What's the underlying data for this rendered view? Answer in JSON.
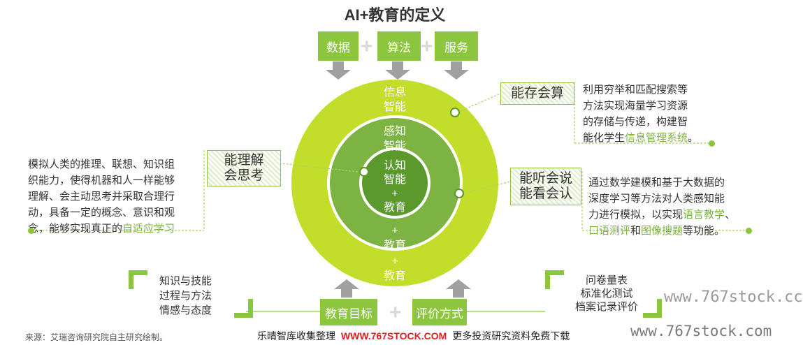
{
  "title": "AI+教育的定义",
  "top_inputs": [
    "数据",
    "算法",
    "服务"
  ],
  "plus": "+",
  "rings": {
    "outer": [
      "信息",
      "智能"
    ],
    "middle": [
      "感知",
      "智能"
    ],
    "inner": [
      "认知",
      "智能",
      "+",
      "教育"
    ],
    "band2": [
      "+",
      "教育"
    ],
    "band3": [
      "+",
      "教育"
    ]
  },
  "callouts": {
    "store": {
      "label": "能存会算",
      "desc": [
        "利用穷举和匹配搜索等",
        "方法实现海量学习资源",
        "的存储与传递，构建智",
        "能化学生"
      ],
      "highlight": "信息管理系统",
      "tail": "。"
    },
    "understand": {
      "label": [
        "能理解",
        "会思考"
      ],
      "desc": [
        "模拟人类的推理、联想、知识组",
        "织能力，使得机器和人一样能够",
        "理解、会主动思考并采取合理行",
        "动，具备一定的概念、意识和观",
        "念，能够实现真正的"
      ],
      "highlight": "自适应学习"
    },
    "listen": {
      "label": [
        "能听会说",
        "能看会认"
      ],
      "desc": [
        "通过数学建模和基于大数据的",
        "深度学习等方法对人类感知能",
        "力进行模拟，以实现"
      ],
      "highlight1": "语言教学",
      "sep": "、",
      "highlight2": "口语测评",
      "mid": "和",
      "highlight3": "图像搜题",
      "tail": "等功能。"
    }
  },
  "bottom": {
    "goal": "教育目标",
    "eval": "评价方式",
    "goal_items": [
      "知识与技能",
      "过程与方法",
      "情感与态度"
    ],
    "eval_items": [
      "问卷量表",
      "标准化测试",
      "档案记录评价"
    ]
  },
  "footer": {
    "source": "来源：艾瑞咨询研究院自主研究绘制。",
    "org": "乐晴智库收集整理",
    "site": "WWW.767STOCK.COM",
    "slogan": "更多投资研究资料免费下载"
  },
  "watermarks": [
    "www.767stock.cc",
    "www.767stock.com"
  ],
  "colors": {
    "green": "#8cc63f",
    "dark_green": "#5a9a2c",
    "grey_arrow": "#9e9e9e",
    "red": "#e02020"
  }
}
